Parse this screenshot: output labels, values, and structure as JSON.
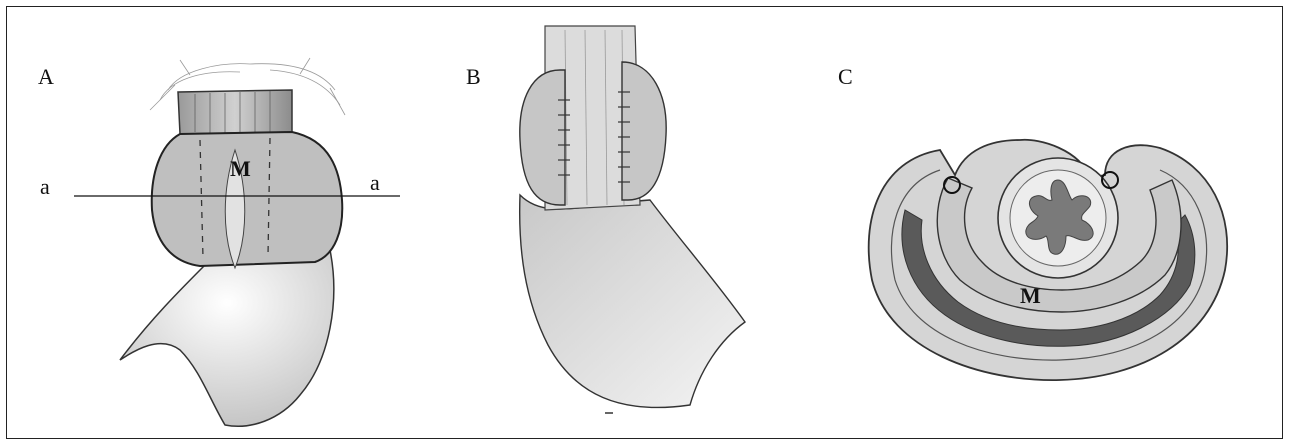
{
  "panels": {
    "a": {
      "label": "A",
      "stomach_label": "M",
      "cut_left": "a",
      "cut_right": "a"
    },
    "b": {
      "label": "B"
    },
    "c": {
      "label": "C",
      "stomach_label": "M"
    }
  },
  "colors": {
    "ink": "#222222",
    "shade": "#8a8a8a",
    "light": "#d9d9d9",
    "dark": "#4a4a4a"
  }
}
